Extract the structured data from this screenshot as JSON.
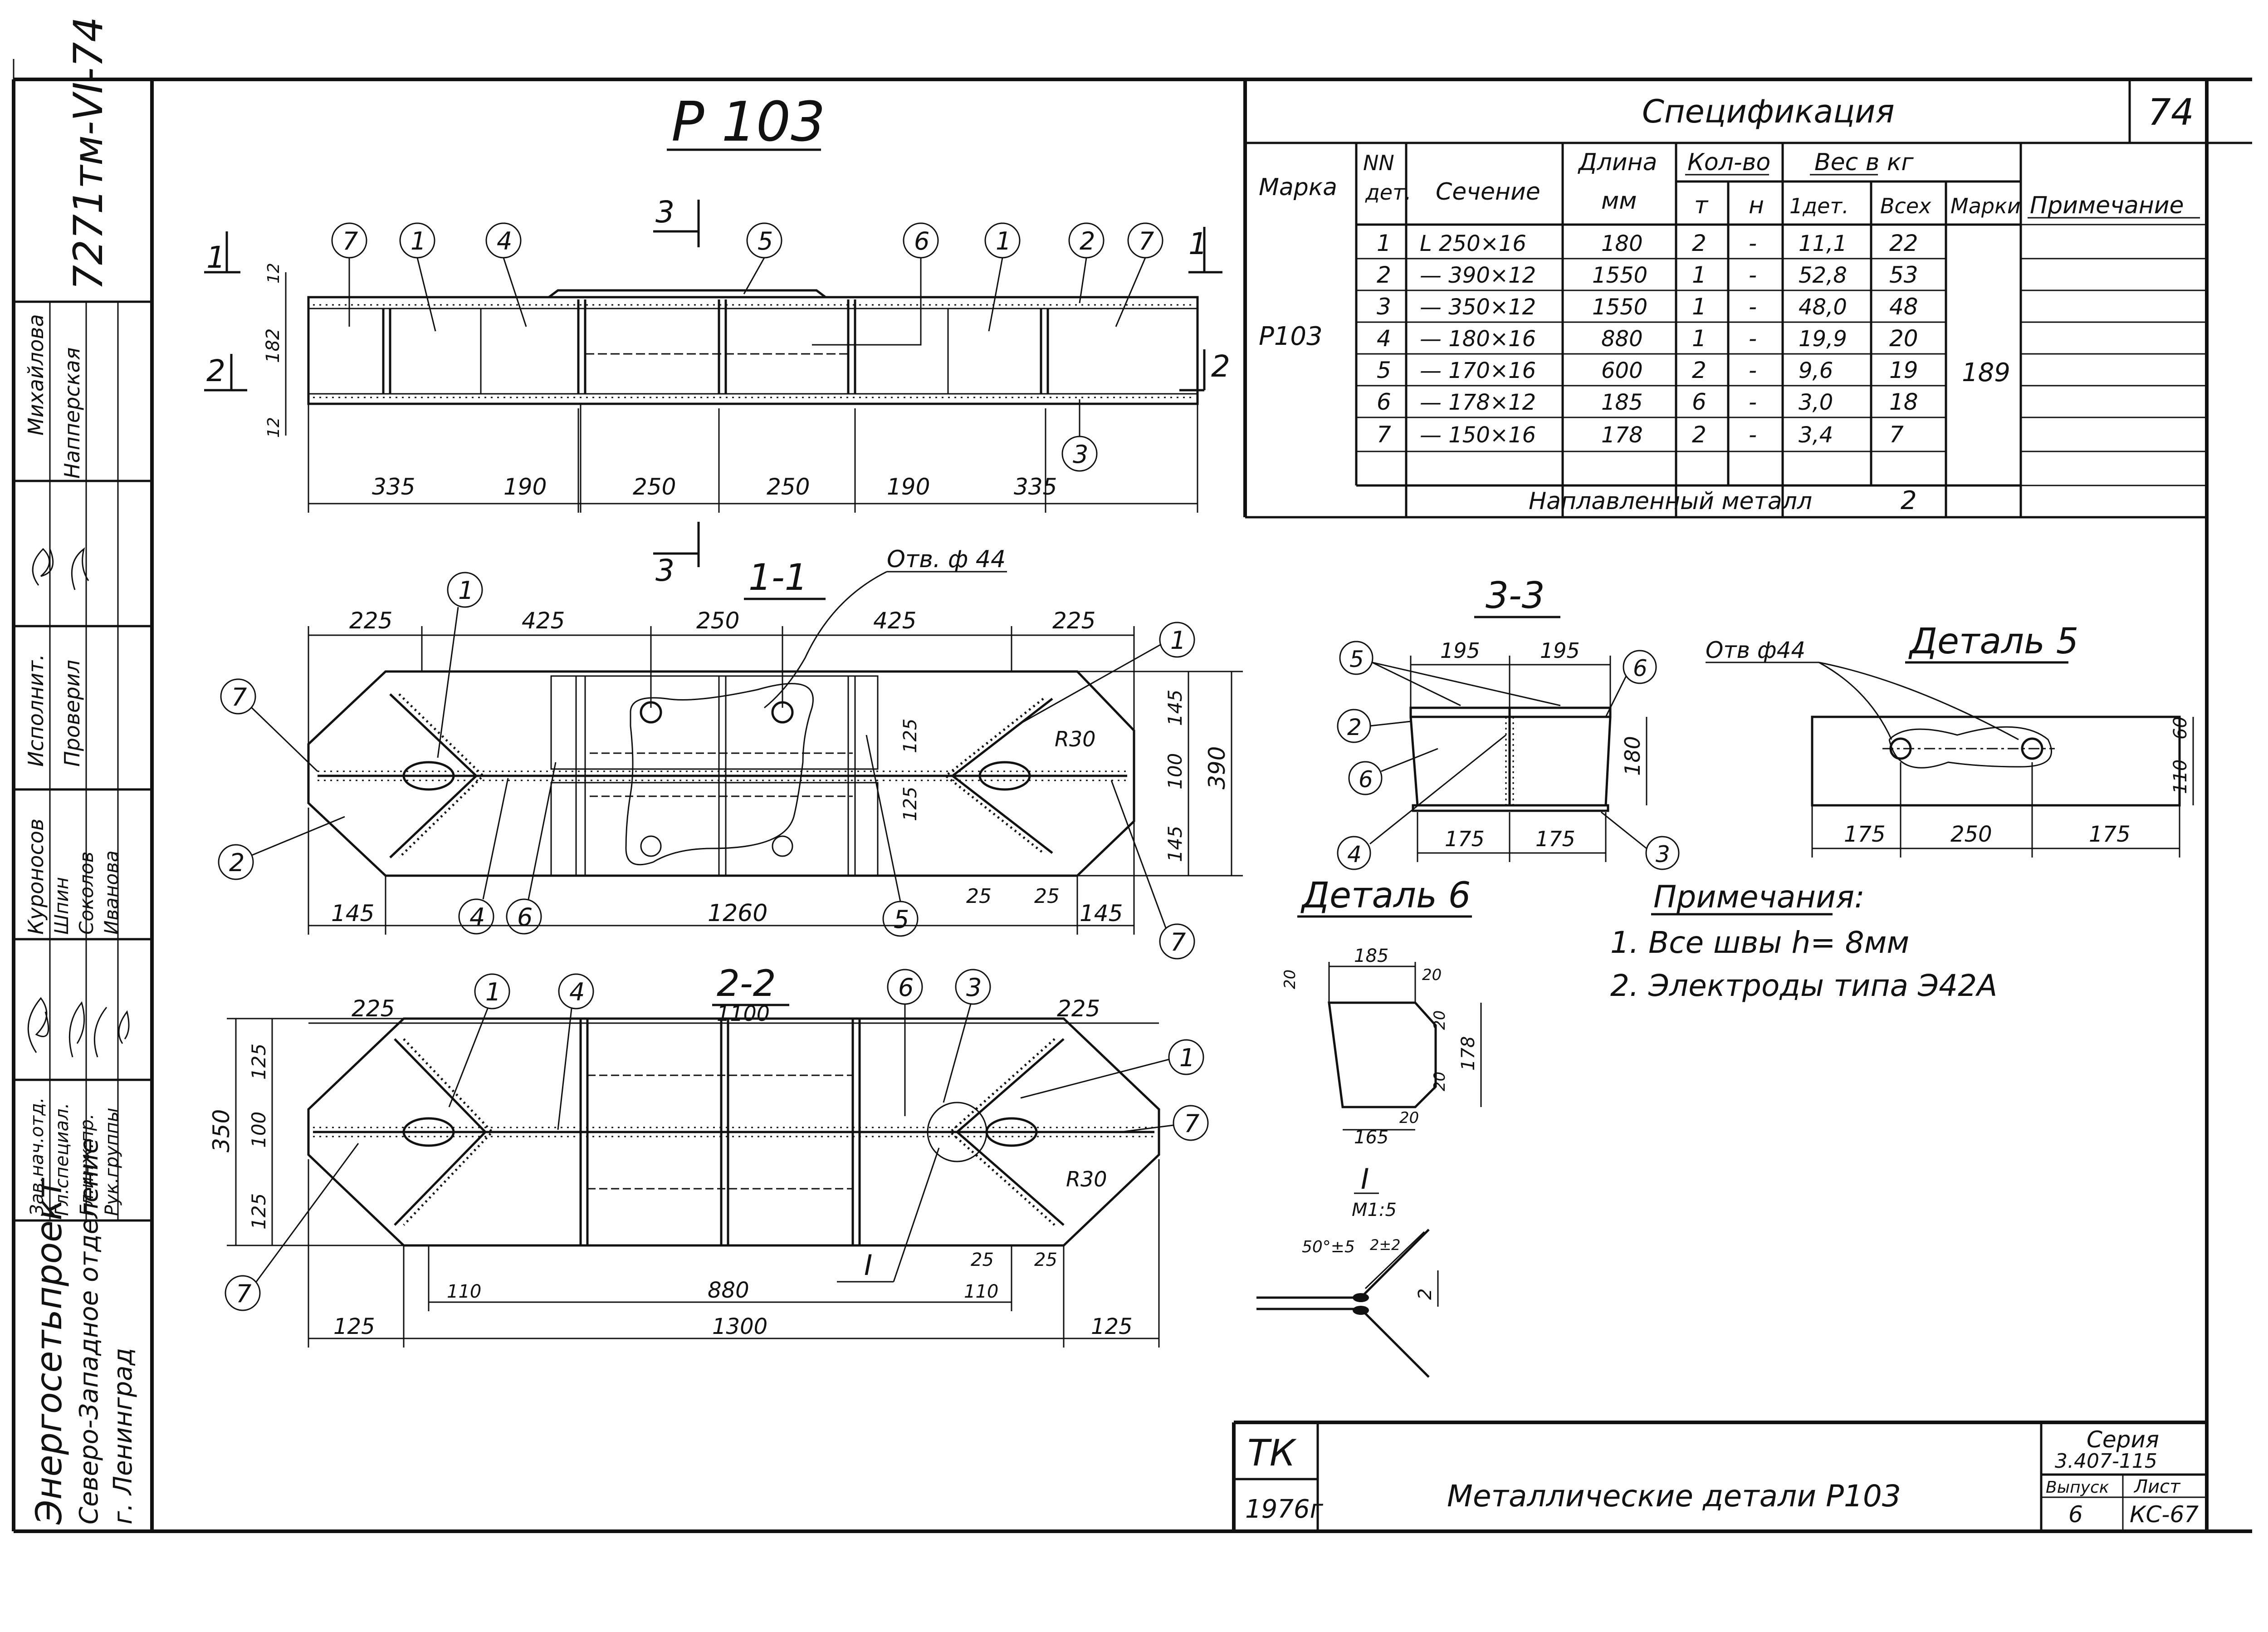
{
  "sheet": {
    "sheet_number": "74",
    "code": "7271тм-VI-74",
    "main_title": "Р 103"
  },
  "side_block": {
    "names_top": [
      "Михайлова",
      "Напперская"
    ],
    "roles_top": [
      "Исполнит.",
      "Проверил"
    ],
    "names_mid": [
      "Куроносов",
      "Шпин",
      "Соколов",
      "Иванова"
    ],
    "roles_bottom": [
      "Зав.нач.отд.",
      "Гл.специал.",
      "Гл.инж.пр.",
      "Рук.группы"
    ],
    "org_line1": "Энергосетьпроект",
    "org_line2": "Северо-Западное отделение",
    "org_line3": "г. Ленинград"
  },
  "spec": {
    "title": "Спецификация",
    "headers": {
      "marka": "Марка",
      "nn_det_1": "NN",
      "nn_det_2": "дет.",
      "section": "Сечение",
      "length_1": "Длина",
      "length_2": "мм",
      "qty": "Кол-во",
      "qty_t": "т",
      "qty_n": "н",
      "weight": "Вес в кг",
      "w_1det": "1дет.",
      "w_all": "Всех",
      "w_marki": "Марки",
      "note": "Примечание"
    },
    "marka_value": "Р103",
    "marka_weight": "189",
    "rows": [
      {
        "n": "1",
        "section": "L 250×16",
        "length": "180",
        "t": "2",
        "h": "-",
        "w1": "11,1",
        "wall": "22"
      },
      {
        "n": "2",
        "section": "— 390×12",
        "length": "1550",
        "t": "1",
        "h": "-",
        "w1": "52,8",
        "wall": "53"
      },
      {
        "n": "3",
        "section": "— 350×12",
        "length": "1550",
        "t": "1",
        "h": "-",
        "w1": "48,0",
        "wall": "48"
      },
      {
        "n": "4",
        "section": "— 180×16",
        "length": "880",
        "t": "1",
        "h": "-",
        "w1": "19,9",
        "wall": "20"
      },
      {
        "n": "5",
        "section": "— 170×16",
        "length": "600",
        "t": "2",
        "h": "-",
        "w1": "9,6",
        "wall": "19"
      },
      {
        "n": "6",
        "section": "— 178×12",
        "length": "185",
        "t": "6",
        "h": "-",
        "w1": "3,0",
        "wall": "18"
      },
      {
        "n": "7",
        "section": "— 150×16",
        "length": "178",
        "t": "2",
        "h": "-",
        "w1": "3,4",
        "wall": "7"
      }
    ],
    "weld_metal_label": "Наплавленный металл",
    "weld_metal_value": "2"
  },
  "views": {
    "section_1_1": "1-1",
    "section_2_2": "2-2",
    "section_3_3": "3-3",
    "detail_5": "Деталь 5",
    "detail_6": "Деталь 6",
    "detail_I": "I",
    "detail_I_scale": "М1:5",
    "hole_label": "Отв. ф 44",
    "hole_label_d5": "Отв ф44",
    "radius": "R30",
    "cut_3": "3",
    "cut_1": "1",
    "cut_2": "2"
  },
  "dims": {
    "top_view": [
      "335",
      "190",
      "250",
      "250",
      "190",
      "335"
    ],
    "top_left": [
      "12",
      "182",
      "12"
    ],
    "v11_top": [
      "225",
      "425",
      "250",
      "425",
      "225"
    ],
    "v11_bottom": [
      "145",
      "1260",
      "145"
    ],
    "v11_small": [
      "25",
      "25",
      "125",
      "125"
    ],
    "v11_right": [
      "145",
      "100",
      "145",
      "390"
    ],
    "v22_top": [
      "225",
      "1100",
      "225"
    ],
    "v22_left": [
      "125",
      "100",
      "125",
      "350"
    ],
    "v22_bottom": [
      "110",
      "880",
      "25",
      "25",
      "110"
    ],
    "v22_total": [
      "125",
      "1300",
      "125"
    ],
    "s33_top": [
      "195",
      "195"
    ],
    "s33_bottom": [
      "175",
      "175"
    ],
    "s33_h": "180",
    "d5_dims": [
      "175",
      "250",
      "175"
    ],
    "d5_right": [
      "60",
      "110"
    ],
    "d6_top": "185",
    "d6_bottom": "165",
    "d6_small": [
      "20",
      "20",
      "20",
      "20",
      "20"
    ],
    "d6_h": "178",
    "detI": [
      "50°±5",
      "2±2",
      "2"
    ]
  },
  "notes": {
    "title": "Примечания:",
    "items": [
      "1. Все швы  h= 8мм",
      "2. Электроды типа Э42А"
    ]
  },
  "title_block": {
    "tk": "ТК",
    "year": "1976г",
    "name": "Металлические детали Р103",
    "seria_label": "Серия",
    "seria_value": "3.407-115",
    "vypusk_label": "Выпуск",
    "vypusk_value": "6",
    "list_label": "Лист",
    "list_value": "КС-67"
  }
}
